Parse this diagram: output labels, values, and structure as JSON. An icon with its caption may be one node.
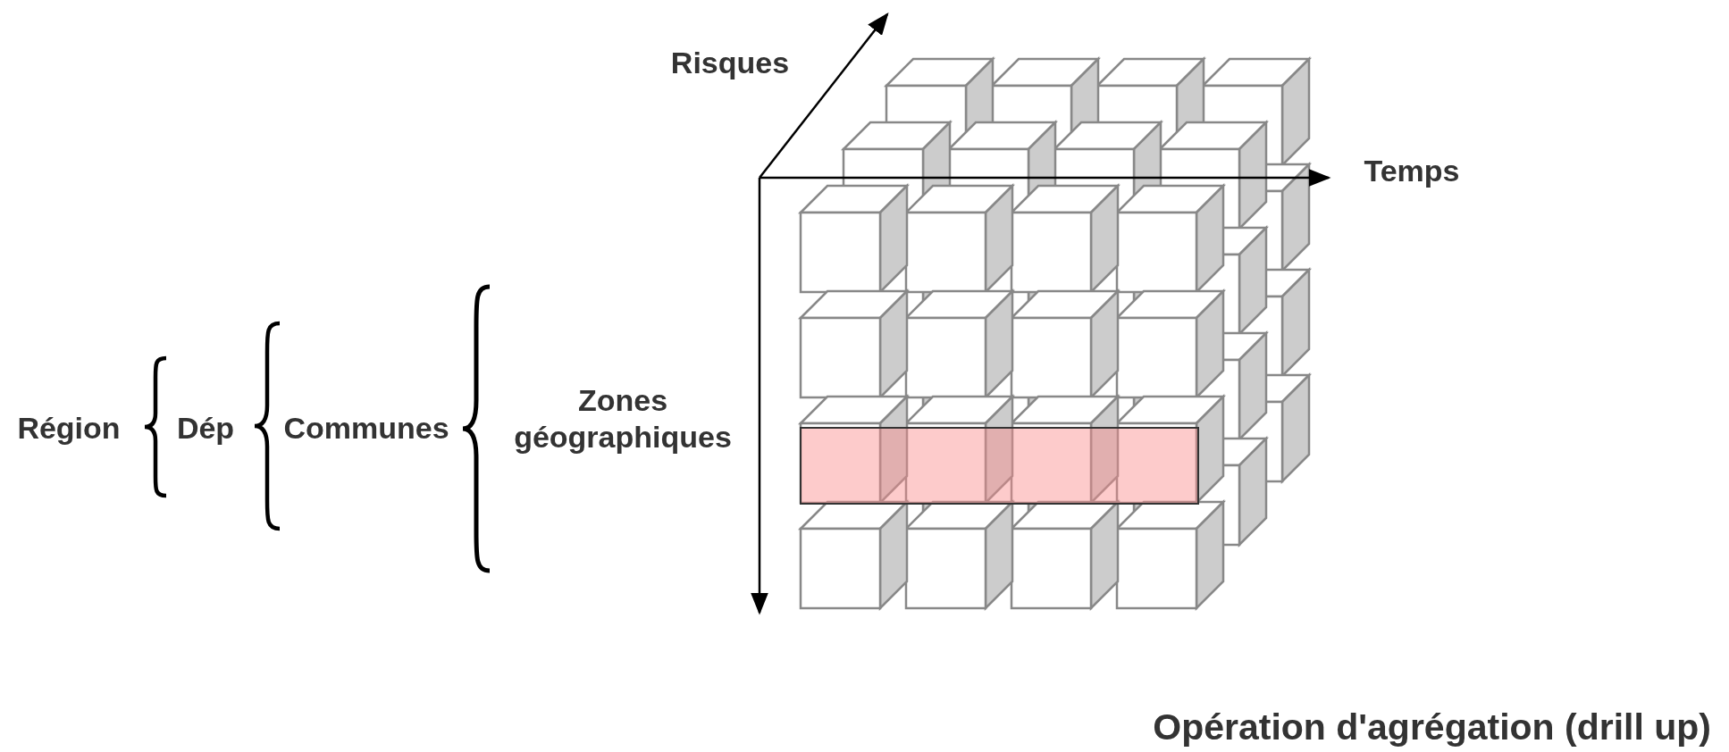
{
  "diagram": {
    "caption": "Opération d'agrégation (drill up)",
    "labels": [
      "Risques",
      "Temps",
      "Région",
      "Dép",
      "Communes",
      "Zones géographiques"
    ]
  }
}
